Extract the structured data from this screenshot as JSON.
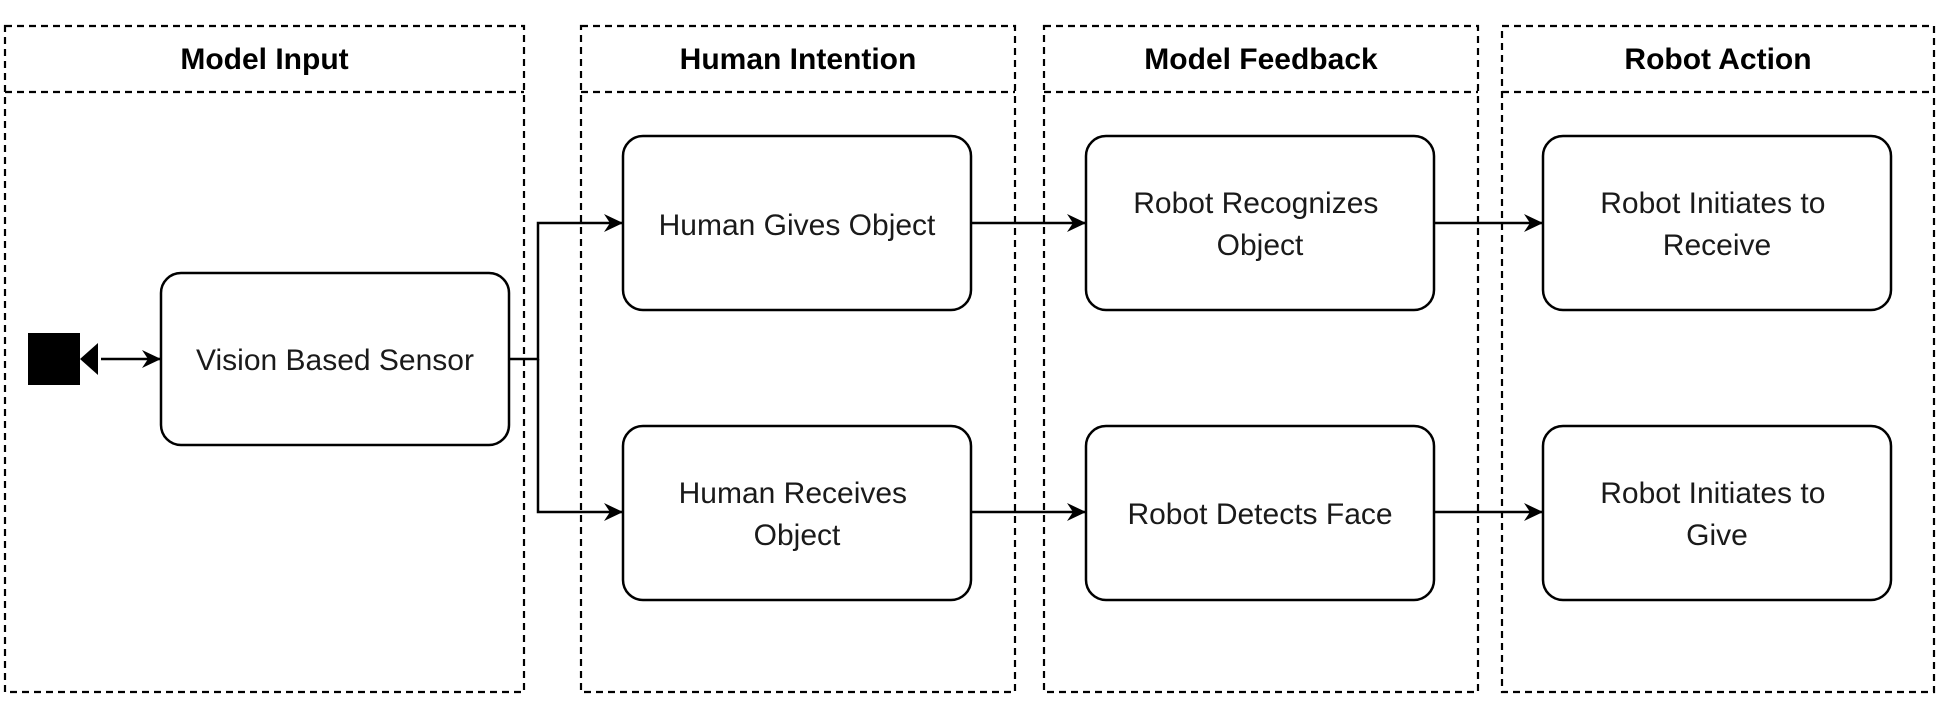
{
  "lanes": [
    {
      "id": "model-input",
      "title": "Model Input"
    },
    {
      "id": "human-intention",
      "title": "Human Intention"
    },
    {
      "id": "model-feedback",
      "title": "Model Feedback"
    },
    {
      "id": "robot-action",
      "title": "Robot Action"
    }
  ],
  "nodes": {
    "sensor": {
      "lines": [
        "Vision Based Sensor"
      ]
    },
    "human_gives": {
      "lines": [
        "Human Gives Object"
      ]
    },
    "human_receives": {
      "lines": [
        "Human Receives",
        "Object"
      ]
    },
    "robot_recognizes": {
      "lines": [
        "Robot Recognizes",
        "Object"
      ]
    },
    "robot_detects": {
      "lines": [
        "Robot Detects Face"
      ]
    },
    "initiate_receive": {
      "lines": [
        "Robot Initiates to",
        "Receive"
      ]
    },
    "initiate_give": {
      "lines": [
        "Robot Initiates to",
        "Give"
      ]
    }
  },
  "icons": {
    "camera": "video-camera-icon"
  },
  "colors": {
    "stroke": "#000000",
    "text": "#1a1a1a",
    "background": "#ffffff"
  }
}
